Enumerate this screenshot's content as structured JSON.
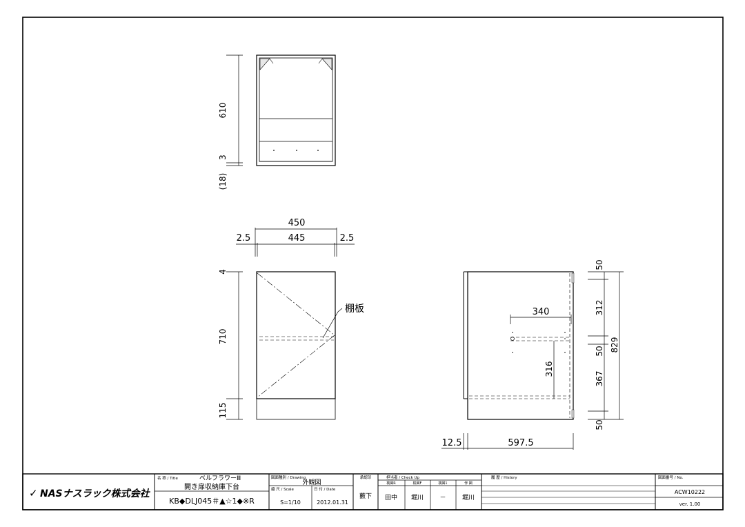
{
  "drawing": {
    "top_view": {
      "dims": {
        "depth": "610",
        "gap": "3",
        "floor": "(18)"
      }
    },
    "front_view": {
      "dims": {
        "overall_width": "450",
        "inner_width": "445",
        "side_left": "2.5",
        "side_right": "2.5",
        "top": "4",
        "door_height": "710",
        "plinth": "115"
      },
      "shelf_label": "棚板"
    },
    "side_view": {
      "dims": {
        "top": "50",
        "upper": "312",
        "shelf": "50",
        "lower": "367",
        "bottom": "50",
        "overall_height": "829",
        "shelf_depth": "340",
        "shelf_height": "316",
        "front_offset": "12.5",
        "depth": "597.5"
      }
    }
  },
  "title_block": {
    "company": "NASナスラック株式会社",
    "title_label": "名 称 / Title",
    "title_series": "ベルフラワーⅢ",
    "title_name": "開き扉収納庫下台",
    "part_number": "KB◆DLJ045＃▲☆1◆※R",
    "drawing_label": "図面種別 / Drawing",
    "drawing_type": "外観図",
    "scale_label": "縮 尺 / Scale",
    "scale": "S=1/10",
    "date_label": "日 付 / Date",
    "date": "2012.01.31",
    "approval_label": "承認印",
    "approver": "藪下",
    "check_label": "担当者 / Check Up",
    "check_headers": [
      "検図R",
      "検図F",
      "検図1",
      "作 図"
    ],
    "check_values": [
      "田中",
      "堀川",
      "－",
      "堀川"
    ],
    "history_label": "履 歴 / History",
    "no_label": "図面番号 / No.",
    "drawing_no": "ACW10222",
    "version": "ver. 1.00"
  }
}
